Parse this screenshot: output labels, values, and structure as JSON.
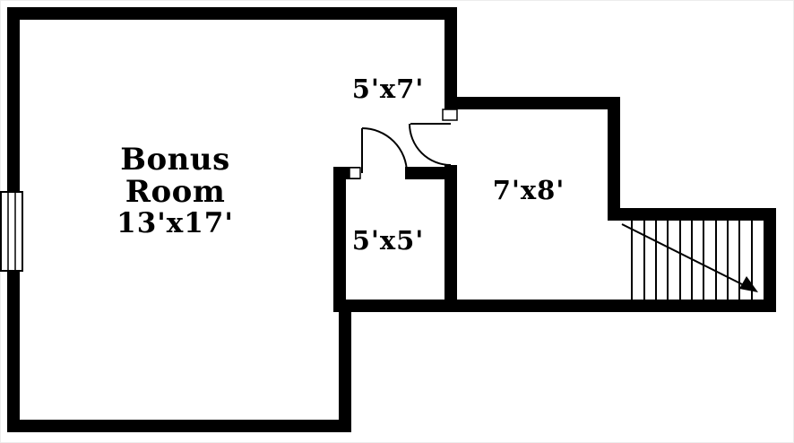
{
  "rooms": {
    "bonus": {
      "name": "Bonus Room",
      "dims": "13'x17'"
    },
    "hall": {
      "dims": "5'x7'"
    },
    "closet": {
      "dims": "5'x5'"
    },
    "right": {
      "dims": "7'x8'"
    }
  },
  "colors": {
    "wall": "#000000",
    "background": "#ffffff"
  }
}
